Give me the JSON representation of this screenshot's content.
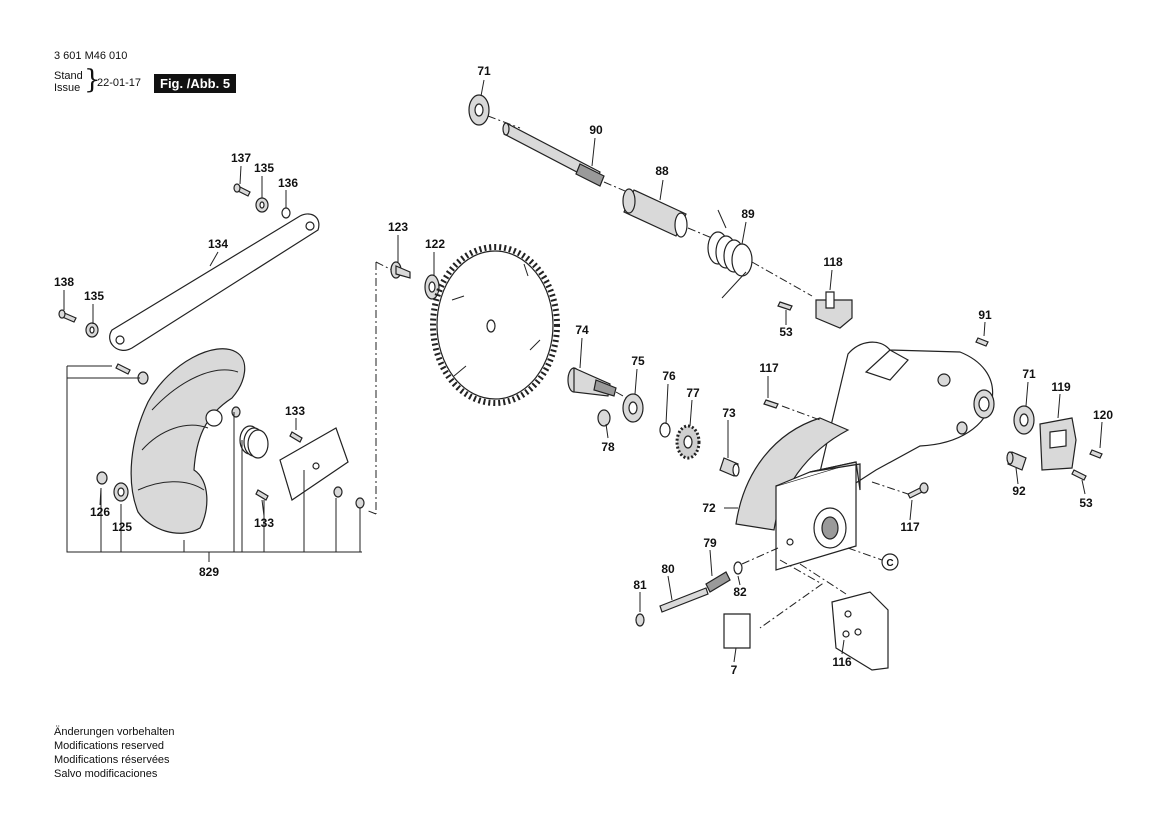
{
  "header": {
    "document_number": "3 601 M46 010",
    "stand_label": "Stand",
    "issue_label": "Issue",
    "date": "22-01-17",
    "figure": "Fig. /Abb. 5"
  },
  "footer": {
    "lines": [
      "Änderungen vorbehalten",
      "Modifications reserved",
      "Modifications réservées",
      "Salvo modificaciones"
    ]
  },
  "callouts": {
    "p71a": "71",
    "p90": "90",
    "p88": "88",
    "p89": "89",
    "p137": "137",
    "p135a": "135",
    "p136": "136",
    "p134": "134",
    "p138": "138",
    "p135b": "135",
    "p123": "123",
    "p122": "122",
    "p118": "118",
    "p53a": "53",
    "p91": "91",
    "p74": "74",
    "p75": "75",
    "p76": "76",
    "p77": "77",
    "p78": "78",
    "p73": "73",
    "p117a": "117",
    "p71b": "71",
    "p119": "119",
    "p120": "120",
    "p92": "92",
    "p53b": "53",
    "p133a": "133",
    "p133b": "133",
    "p126": "126",
    "p125": "125",
    "p829": "829",
    "p72": "72",
    "p117b": "117",
    "p79": "79",
    "p80": "80",
    "p81": "81",
    "p82": "82",
    "p7": "7",
    "p116": "116",
    "pC": "C"
  }
}
